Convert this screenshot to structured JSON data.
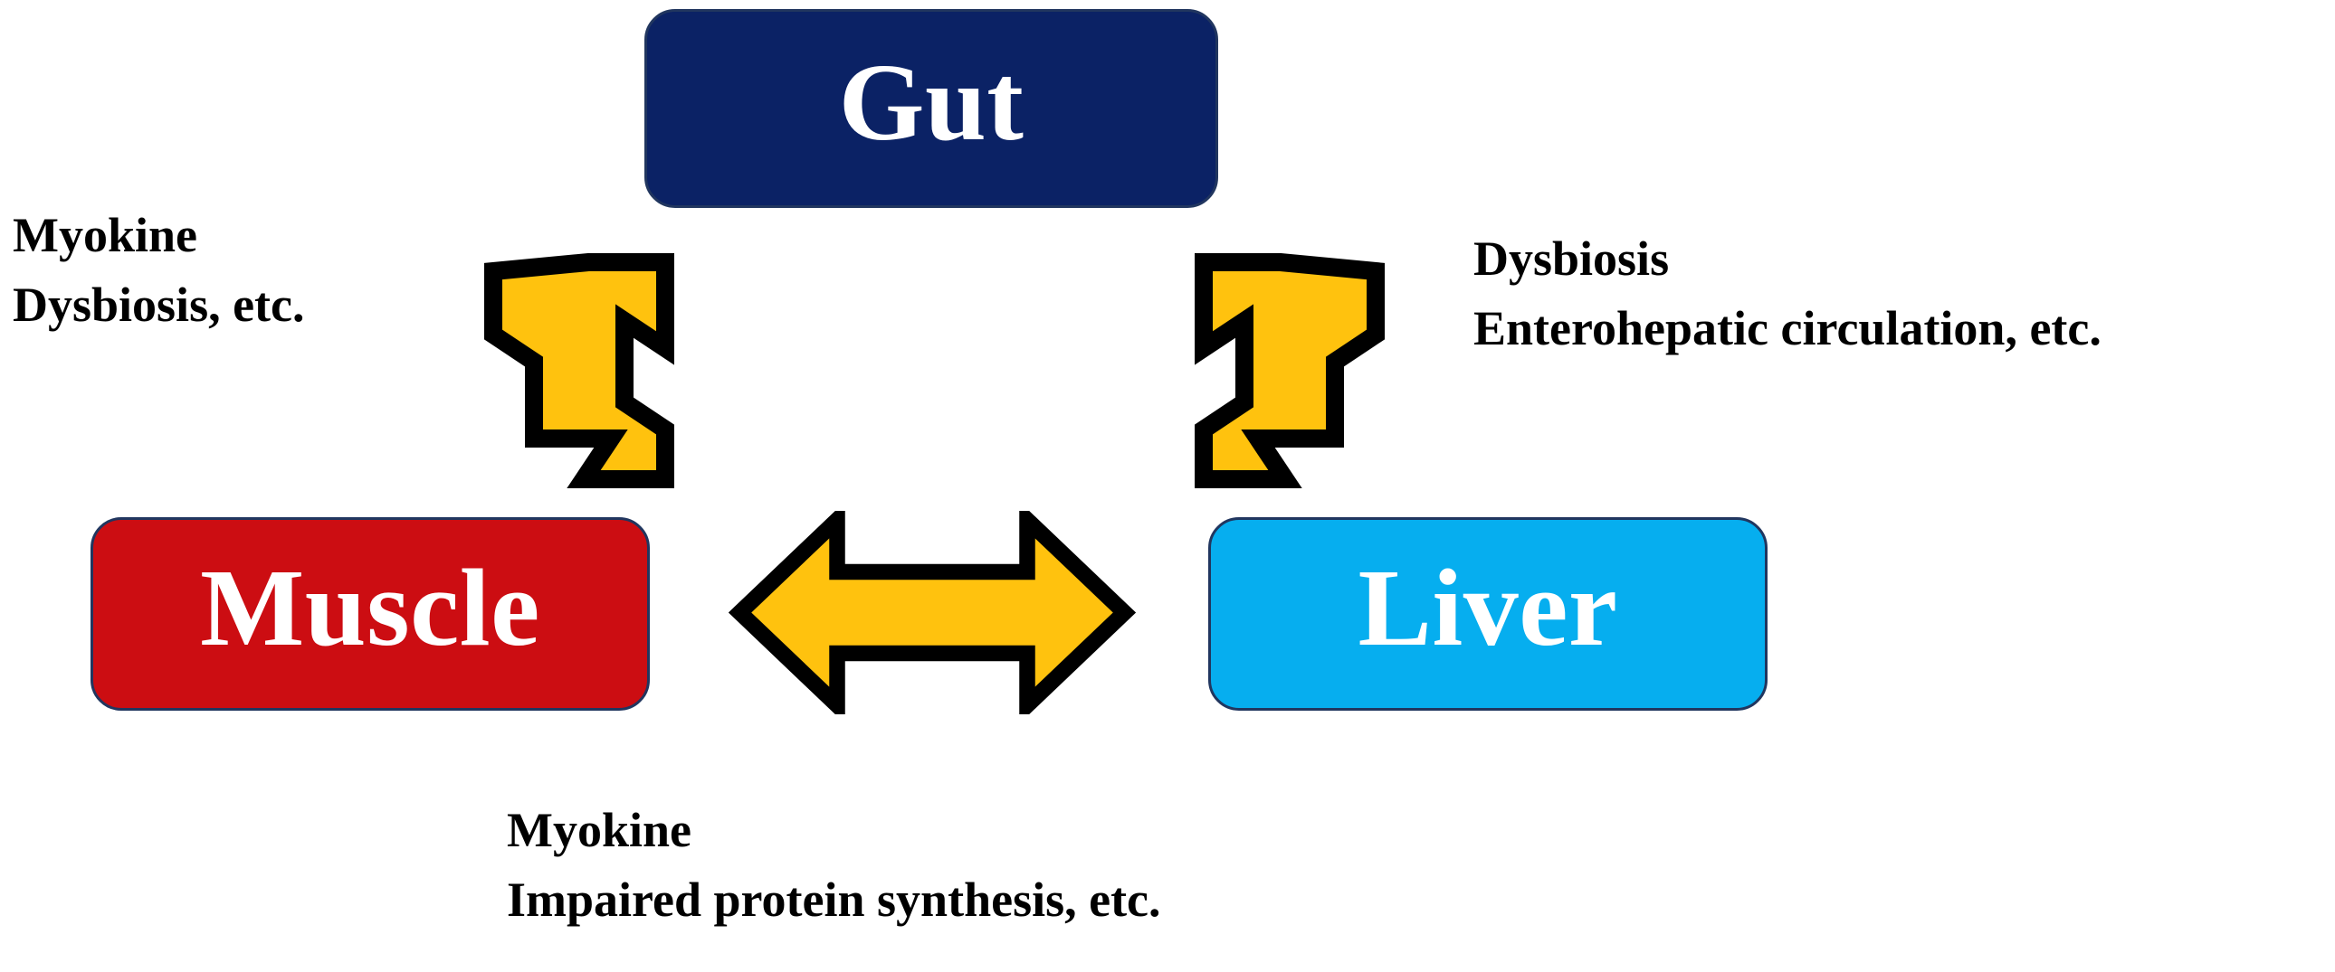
{
  "diagram": {
    "title": "Gut-Muscle-Liver axis",
    "background_color": "#ffffff",
    "nodes": [
      {
        "id": "gut",
        "label": "Gut",
        "fill_color": "#0B2265",
        "border_color": "#21365f",
        "text_color": "#ffffff"
      },
      {
        "id": "muscle",
        "label": "Muscle",
        "fill_color": "#CC0D12",
        "border_color": "#21365f",
        "text_color": "#ffffff"
      },
      {
        "id": "liver",
        "label": "Liver",
        "fill_color": "#06AEEF",
        "border_color": "#21365f",
        "text_color": "#ffffff"
      }
    ],
    "arrows": [
      {
        "id": "muscle-gut",
        "direction": "bidirectional",
        "orientation": "diagonal-up-right",
        "from": "muscle",
        "to": "gut",
        "fill_color": "#FFC20E",
        "outline_color": "#000000"
      },
      {
        "id": "gut-liver",
        "direction": "bidirectional",
        "orientation": "diagonal-down-right",
        "from": "gut",
        "to": "liver",
        "fill_color": "#FFC20E",
        "outline_color": "#000000"
      },
      {
        "id": "muscle-liver",
        "direction": "bidirectional",
        "orientation": "horizontal",
        "from": "muscle",
        "to": "liver",
        "fill_color": "#FFC20E",
        "outline_color": "#000000"
      }
    ],
    "annotations": [
      {
        "id": "muscle-gut",
        "lines": [
          "Myokine",
          "Dysbiosis, etc."
        ]
      },
      {
        "id": "gut-liver",
        "lines": [
          "Dysbiosis",
          "Enterohepatic circulation, etc."
        ]
      },
      {
        "id": "muscle-liver",
        "lines": [
          "Myokine",
          "Impaired protein synthesis, etc."
        ]
      }
    ]
  }
}
